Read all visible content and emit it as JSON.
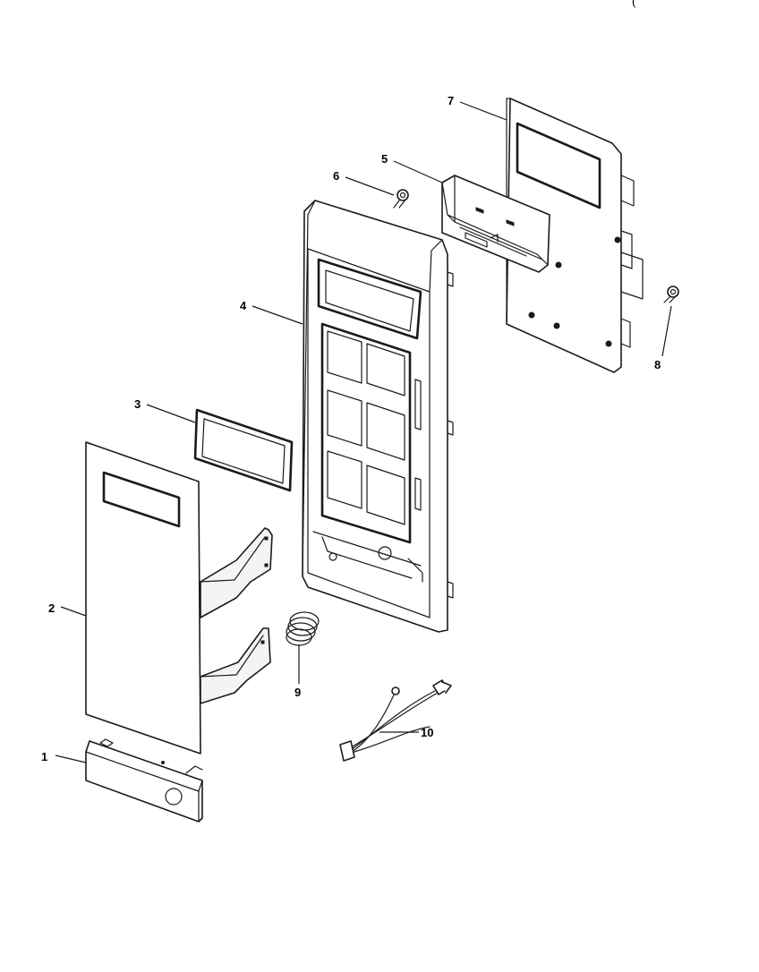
{
  "corner_mark": "(",
  "callouts": [
    {
      "id": "1",
      "label": "1"
    },
    {
      "id": "2",
      "label": "2"
    },
    {
      "id": "3",
      "label": "3"
    },
    {
      "id": "4",
      "label": "4"
    },
    {
      "id": "5",
      "label": "5"
    },
    {
      "id": "6",
      "label": "6"
    },
    {
      "id": "7",
      "label": "7"
    },
    {
      "id": "8",
      "label": "8"
    },
    {
      "id": "9",
      "label": "9"
    },
    {
      "id": "10",
      "label": "10"
    }
  ]
}
